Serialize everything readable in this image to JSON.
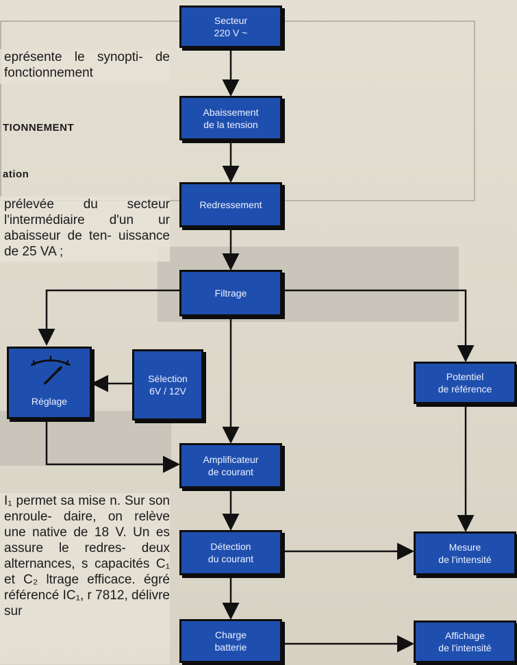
{
  "left_text": {
    "p1": "eprésente le synopti- de fonctionnement",
    "heading1": "TIONNEMENT",
    "heading2": "ation",
    "p2": "prélevée du secteur l'intermédiaire d'un ur abaisseur de ten- uissance de 25 VA ;",
    "p3": "I₁ permet sa mise n. Sur son enroule- daire, on relève une native de 18 V. Un es assure le redres- deux alternances, s capacités C₁ et C₂ ltrage efficace. égré référencé IC₁, r 7812, délivre sur"
  },
  "boxes": {
    "secteur": [
      "Secteur",
      "220 V  ~"
    ],
    "abaissement": [
      "Abaissement",
      "de la tension"
    ],
    "redressement": [
      "Redressement"
    ],
    "filtrage": [
      "Filtrage"
    ],
    "reglage": [
      "Réglage"
    ],
    "selection": [
      "Sélection",
      "6V / 12V"
    ],
    "potentiel": [
      "Potentiel",
      "de référence"
    ],
    "amplificateur": [
      "Amplificateur",
      "de courant"
    ],
    "detection": [
      "Détection",
      "du courant"
    ],
    "mesure": [
      "Mesure",
      "de l'intensité"
    ],
    "charge": [
      "Charge",
      "batterie"
    ],
    "affichage": [
      "Affichage",
      "de l'intensité"
    ]
  },
  "colors": {
    "box_fill": "#1f4fae",
    "box_border": "#0e0e0e",
    "arrow": "#111111"
  }
}
